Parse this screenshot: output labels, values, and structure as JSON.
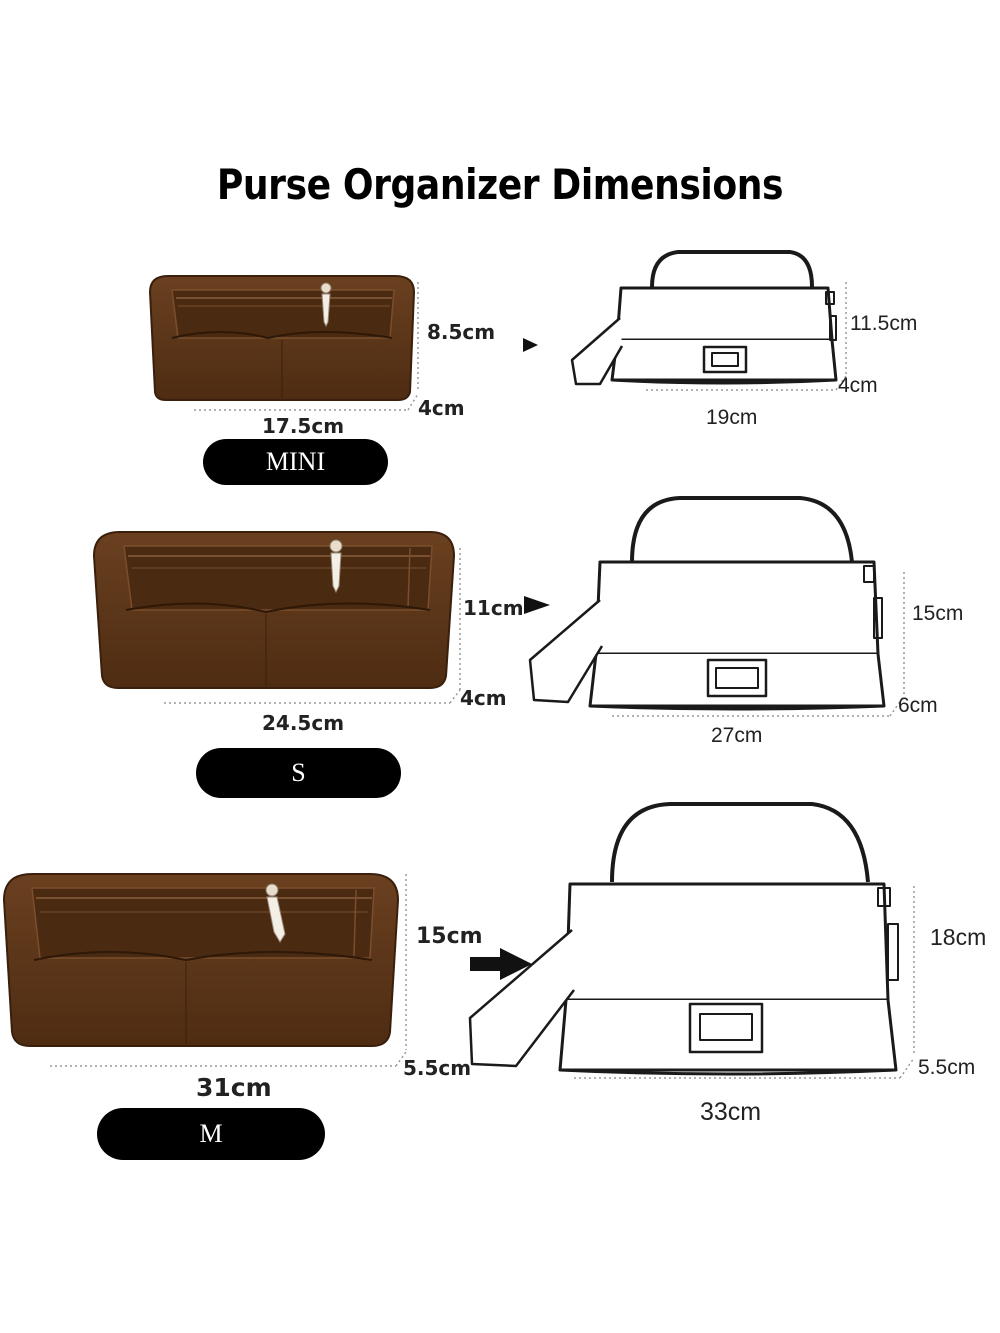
{
  "title": "Purse Organizer Dimensions",
  "colors": {
    "felt": "#5a3417",
    "felt_dark": "#3f230e",
    "felt_light": "#6d4324",
    "pill": "#000000",
    "line": "#222222"
  },
  "rows": [
    {
      "size_label": "MINI",
      "organizer": {
        "height": "8.5cm",
        "depth": "4cm",
        "width": "17.5cm"
      },
      "bag": {
        "height": "11.5cm",
        "depth": "4cm",
        "width": "19cm"
      }
    },
    {
      "size_label": "S",
      "organizer": {
        "height": "11cm",
        "depth": "4cm",
        "width": "24.5cm"
      },
      "bag": {
        "height": "15cm",
        "depth": "6cm",
        "width": "27cm"
      }
    },
    {
      "size_label": "M",
      "organizer": {
        "height": "15cm",
        "depth": "5.5cm",
        "width": "31cm"
      },
      "bag": {
        "height": "18cm",
        "depth": "5.5cm",
        "width": "33cm"
      }
    }
  ]
}
